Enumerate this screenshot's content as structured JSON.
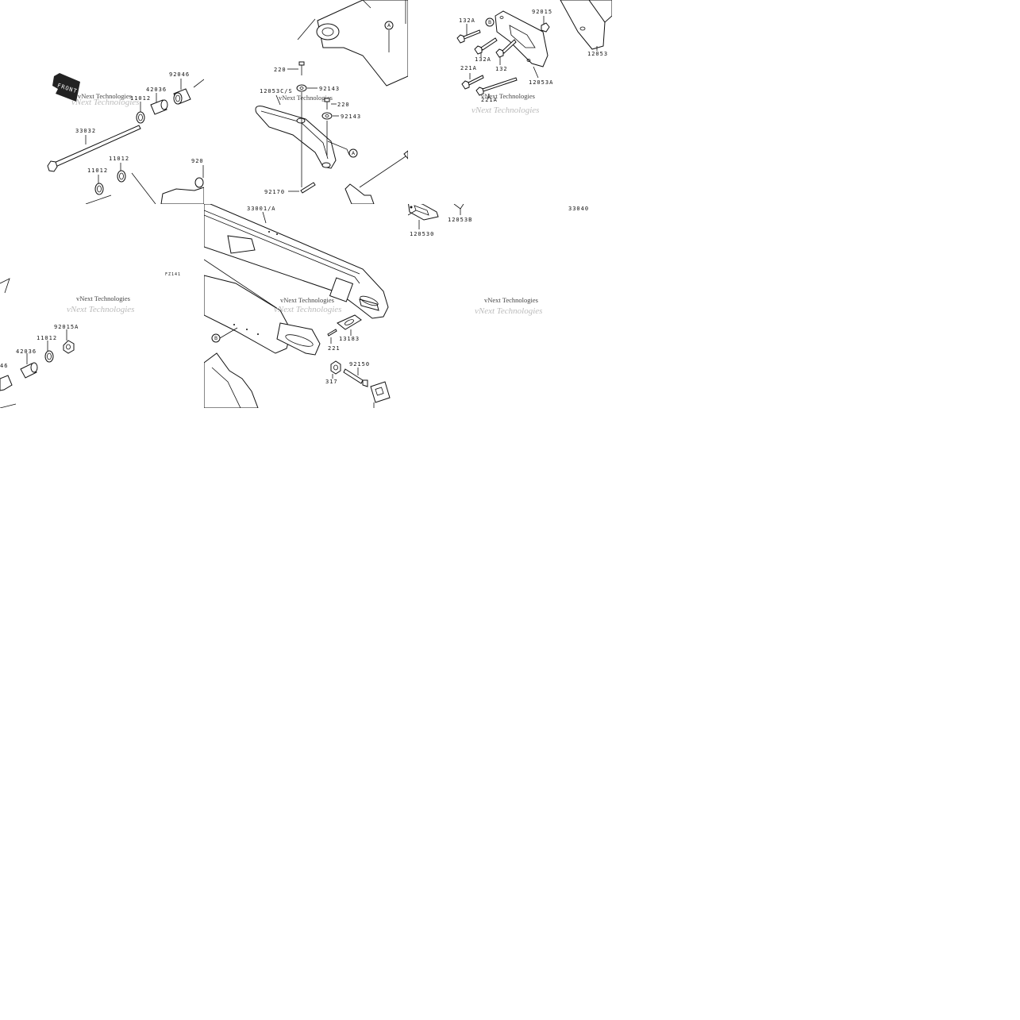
{
  "watermark": "vNext Technologies",
  "tile1": {
    "front_label": "FRONT",
    "parts": [
      "11012",
      "42036",
      "92046",
      "33032",
      "11012",
      "11012",
      "920"
    ]
  },
  "tile2": {
    "parts": [
      "220",
      "92143",
      "12053C/S",
      "220",
      "92143",
      "92170"
    ],
    "circles": [
      "A",
      "A"
    ]
  },
  "tile3": {
    "parts": [
      "132A",
      "92015",
      "132A",
      "132",
      "221A",
      "221A",
      "12053A",
      "12053"
    ],
    "circles": [
      "B"
    ]
  },
  "tile4": {
    "parts": [
      "FZ141",
      "92015A",
      "11012",
      "42036",
      "46"
    ]
  },
  "tile5": {
    "parts": [
      "33001/A",
      "221",
      "13183",
      "92150",
      "317"
    ],
    "circles": [
      "B"
    ]
  },
  "tile6": {
    "parts": [
      "12053B",
      "120530",
      "33040"
    ]
  }
}
